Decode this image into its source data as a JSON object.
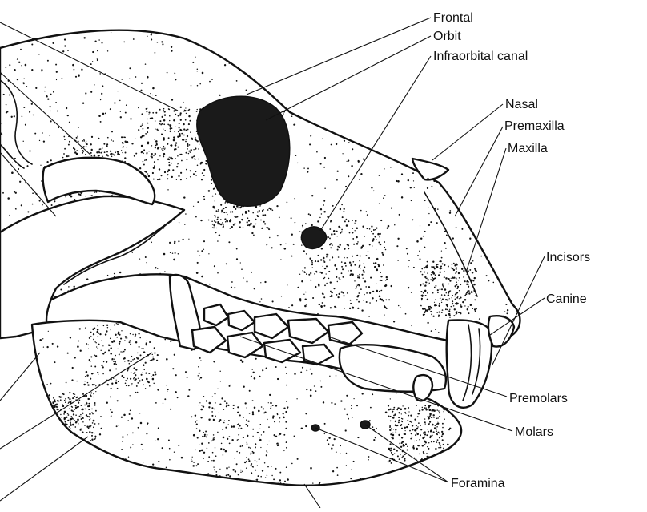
{
  "labels": {
    "frontal": "Frontal",
    "orbit": "Orbit",
    "infraorbital_canal": "Infraorbital canal",
    "nasal": "Nasal",
    "premaxilla": "Premaxilla",
    "maxilla": "Maxilla",
    "incisors": "Incisors",
    "canine": "Canine",
    "premolars": "Premolars",
    "molars": "Molars",
    "foramina": "Foramina"
  }
}
